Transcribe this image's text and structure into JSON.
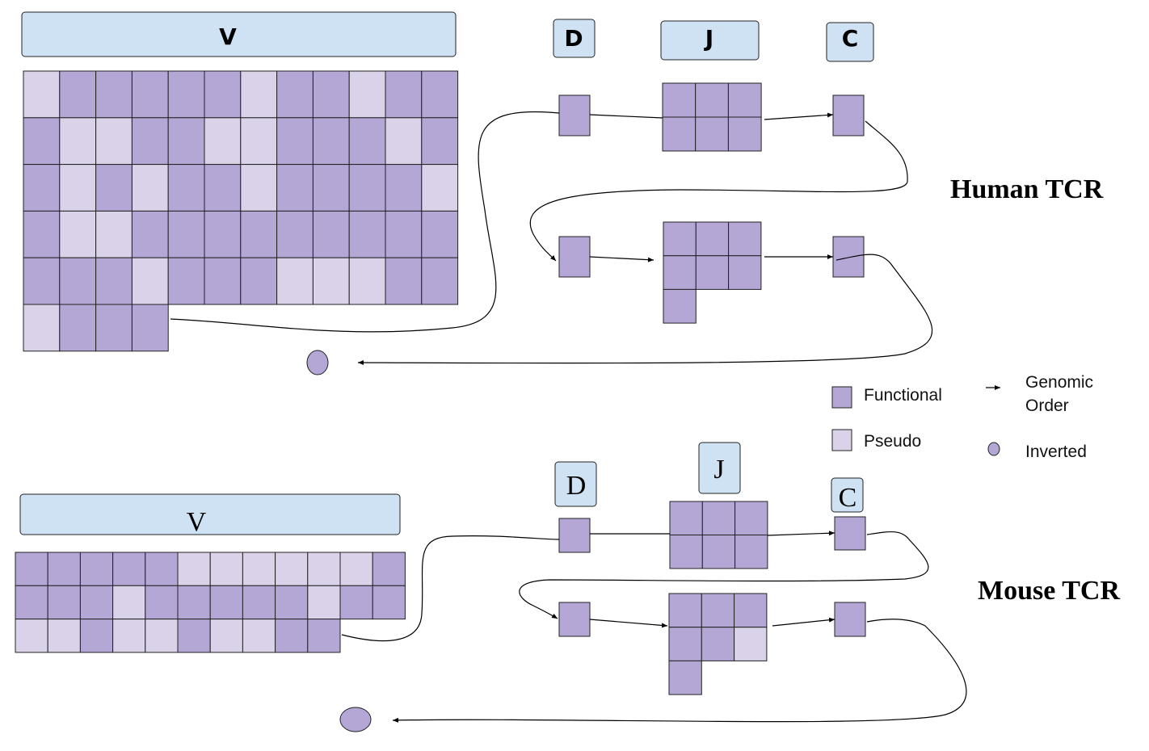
{
  "colors": {
    "functional": "#b4a7d6",
    "pseudo": "#d9d2e9",
    "header_fill": "#cfe2f3"
  },
  "legend": {
    "functional": "Functional",
    "pseudo": "Pseudo",
    "genomic_order_line1": "Genomic",
    "genomic_order_line2": "Order",
    "inverted": "Inverted"
  },
  "human": {
    "title": "Human TCR",
    "v_label": "V",
    "d_label": "D",
    "j_label": "J",
    "c_label": "C",
    "v_grid": [
      "PFFFFFPFFPFF",
      "FPPFFPPFFFPF",
      "FPFPFFPFFFFP",
      "FPPFFFFFFFFF",
      "FFFPFFFPPPFF",
      "PFFF"
    ],
    "j_upper": [
      "FFF",
      "FFF"
    ],
    "j_lower": [
      "FFF",
      "FFF",
      "F"
    ]
  },
  "mouse": {
    "title": "Mouse TCR",
    "v_label": "V",
    "d_label": "D",
    "j_label": "J",
    "c_label": "C",
    "v_grid": [
      "FFFFFPPPPPPF",
      "FFFPFFFFFPFF",
      "PPFPPFPPFF"
    ],
    "j_upper": [
      "FFF",
      "FFF"
    ],
    "j_lower": [
      "FFF",
      "FFP",
      "F"
    ]
  }
}
